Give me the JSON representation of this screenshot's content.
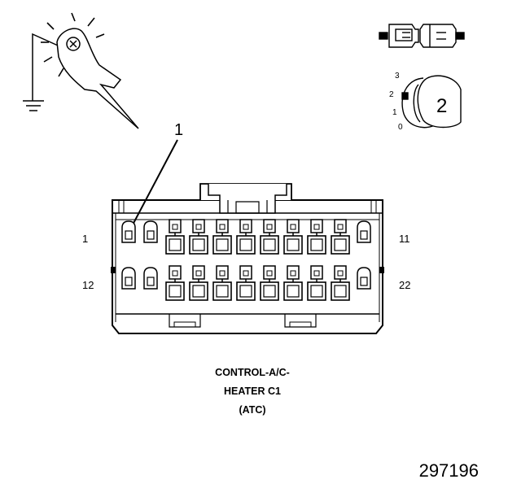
{
  "callout": {
    "number": "1"
  },
  "connector": {
    "pin_labels": {
      "top_left": "1",
      "top_right": "11",
      "bottom_left": "12",
      "bottom_right": "22"
    },
    "caption": [
      "CONTROL-A/C-",
      "HEATER C1",
      "(ATC)"
    ]
  },
  "ignition_switch": {
    "positions": [
      "3",
      "2",
      "1",
      "0"
    ],
    "badge": "2"
  },
  "icons": [
    "ground-icon",
    "test-lamp-icon",
    "connector-separate-icon",
    "ignition-switch-icon"
  ],
  "figure_number": "297196"
}
